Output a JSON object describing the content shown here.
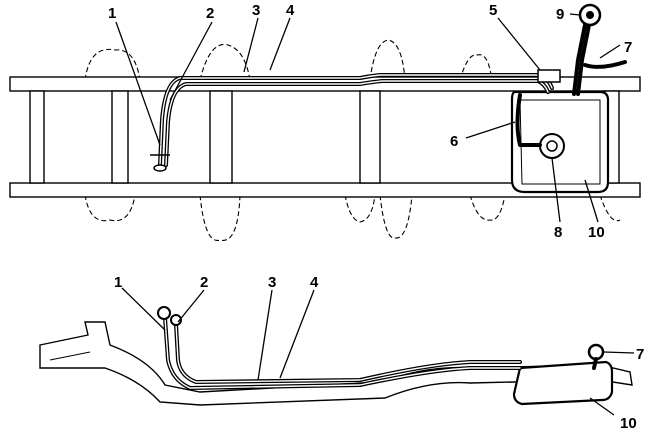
{
  "top_view": {
    "labels": [
      {
        "key": "l1",
        "text": "1"
      },
      {
        "key": "l2",
        "text": "2"
      },
      {
        "key": "l3",
        "text": "3"
      },
      {
        "key": "l4",
        "text": "4"
      },
      {
        "key": "l5",
        "text": "5"
      },
      {
        "key": "l6",
        "text": "6"
      },
      {
        "key": "l7",
        "text": "7"
      },
      {
        "key": "l8",
        "text": "8"
      },
      {
        "key": "l9",
        "text": "9"
      },
      {
        "key": "l10",
        "text": "10"
      }
    ]
  },
  "side_view": {
    "labels": [
      {
        "key": "s1",
        "text": "1"
      },
      {
        "key": "s2",
        "text": "2"
      },
      {
        "key": "s3",
        "text": "3"
      },
      {
        "key": "s4",
        "text": "4"
      },
      {
        "key": "s7",
        "text": "7"
      },
      {
        "key": "s10",
        "text": "10"
      }
    ]
  }
}
